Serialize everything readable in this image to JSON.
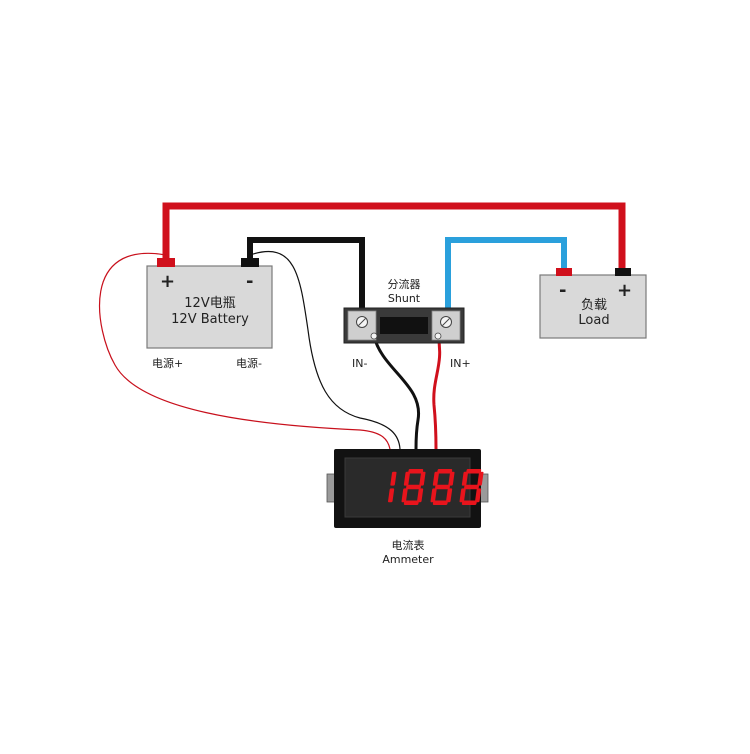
{
  "battery": {
    "name_cn": "12V电瓶",
    "name_en": "12V Battery",
    "plus_sign": "+",
    "minus_sign": "-",
    "terminal_plus_label": "电源+",
    "terminal_minus_label": "电源-"
  },
  "shunt": {
    "name_cn": "分流器",
    "name_en": "Shunt",
    "in_minus_label": "IN-",
    "in_plus_label": "IN+"
  },
  "load": {
    "name_cn": "负载",
    "name_en": "Load",
    "minus_sign": "-",
    "plus_sign": "+"
  },
  "ammeter": {
    "name_cn": "电流表",
    "name_en": "Ammeter",
    "display_value": "1888"
  },
  "colors": {
    "positive_wire": "#d0101c",
    "negative_wire": "#111111",
    "load_return_wire": "#2aa0dc",
    "box_fill": "#d9d9d9",
    "box_stroke": "#7a7a7a",
    "segment_on": "#e8141c"
  }
}
